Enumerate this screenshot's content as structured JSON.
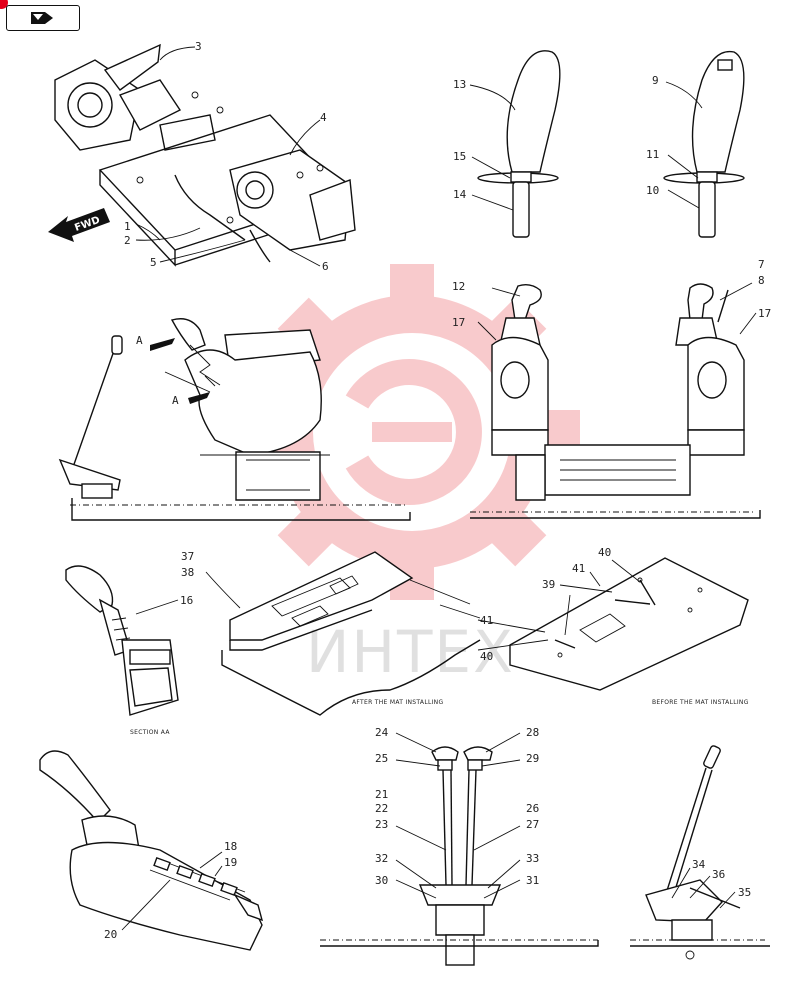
{
  "parts_sheet": {
    "callouts": {
      "c1": "1",
      "c2": "2",
      "c3": "3",
      "c4": "4",
      "c5": "5",
      "c6": "6",
      "c7": "7",
      "c8": "8",
      "c9": "9",
      "c10": "10",
      "c11": "11",
      "c12": "12",
      "c13": "13",
      "c14": "14",
      "c15": "15",
      "c16": "16",
      "c17a": "17",
      "c17b": "17",
      "c18": "18",
      "c19": "19",
      "c20": "20",
      "c21": "21",
      "c22": "22",
      "c23": "23",
      "c24": "24",
      "c25": "25",
      "c26": "26",
      "c27": "27",
      "c28": "28",
      "c29": "29",
      "c30": "30",
      "c31": "31",
      "c32": "32",
      "c33": "33",
      "c34": "34",
      "c35": "35",
      "c36": "36",
      "c37": "37",
      "c38": "38",
      "c39": "39",
      "c40a": "40",
      "c40b": "40",
      "c41a": "41",
      "c41b": "41"
    },
    "direction_label": "FWD",
    "section_marker_top": "A",
    "section_marker_bottom": "A",
    "caption_section": "SECTION AA",
    "caption_after": "AFTER THE MAT INSTALLING",
    "caption_before": "BEFORE THE MAT INSTALLING",
    "watermark": "ИНТЕХ",
    "colors": {
      "watermark_gear": "#f4a0a3",
      "nav_dot": "#e3001b",
      "ink": "#111111"
    }
  }
}
